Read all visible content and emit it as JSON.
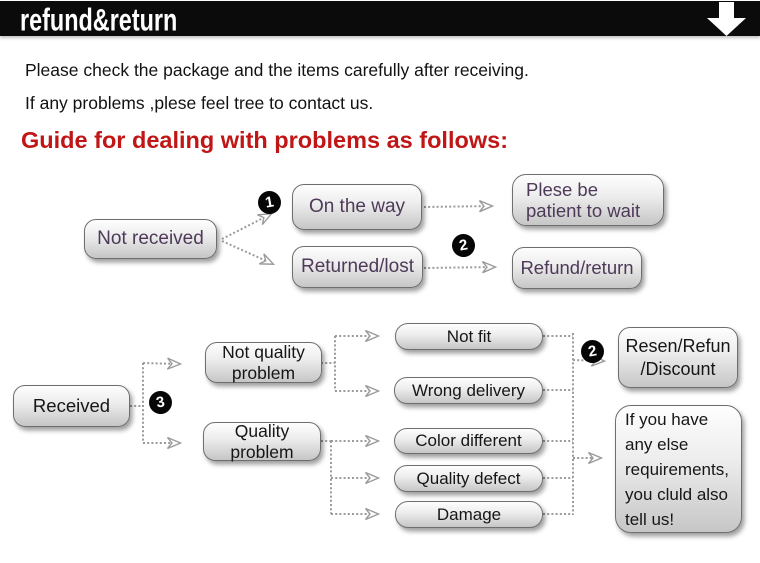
{
  "header": {
    "title": "refund&return",
    "arrow_icon": "down-arrow"
  },
  "intro": {
    "line1": "Please check the package and the items carefully after receiving.",
    "line2": "If any problems ,plese feel tree to contact us."
  },
  "guide_heading": "Guide for dealing with problems as follows:",
  "badges": {
    "step1": "1",
    "step2": "2",
    "step3": "3"
  },
  "flow1": {
    "not_received": "Not received",
    "on_the_way": "On the way",
    "returned_lost": "Returned/lost",
    "plese_be": {
      "lines": [
        "Plese be",
        "patient to wait"
      ]
    },
    "refund_return": "Refund/return"
  },
  "flow2": {
    "received": "Received",
    "not_quality": {
      "lines": [
        "Not quality",
        "problem"
      ]
    },
    "quality": {
      "lines": [
        "Quality",
        "problem"
      ]
    },
    "not_fit": "Not fit",
    "wrong_delivery": "Wrong delivery",
    "color_different": "Color different",
    "quality_defect": "Quality defect",
    "damage": "Damage",
    "resen": {
      "lines": [
        "Resen/Refun",
        "/Discount"
      ]
    },
    "if_you_have": {
      "lines": [
        "If you have",
        "any else",
        "requirements,",
        "you cluld also",
        "tell us!"
      ]
    }
  },
  "colors": {
    "header_bg": "#0b0b0b",
    "heading_red": "#c01616",
    "flow1_text_purple": "#4e3a58",
    "flow2_text_dark": "#161616",
    "connector_gray": "#9b9b9b",
    "node_border": "#6e6e6e"
  }
}
